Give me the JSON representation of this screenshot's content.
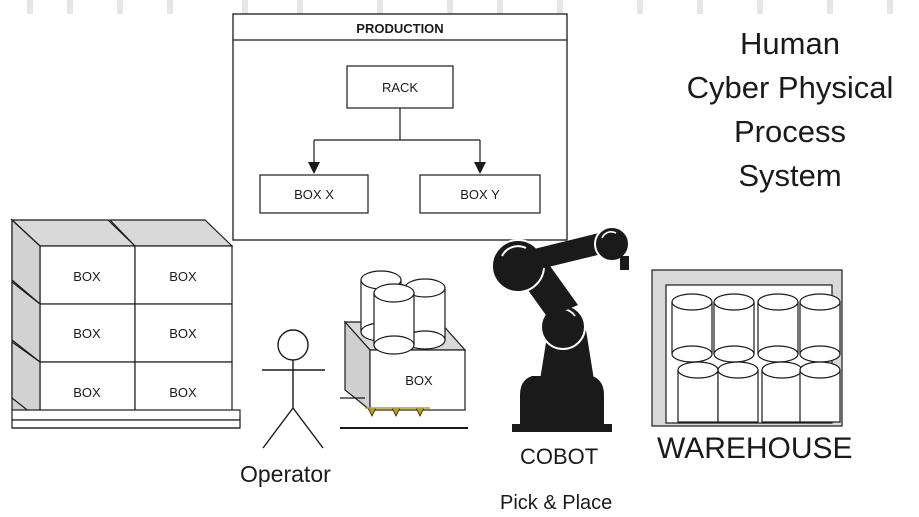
{
  "title_lines": [
    "Human",
    "Cyber Physical",
    "Process",
    "System"
  ],
  "production": {
    "title": "PRODUCTION",
    "root": "RACK",
    "children": [
      "BOX X",
      "BOX Y"
    ]
  },
  "pallet": {
    "box_labels": [
      "BOX",
      "BOX",
      "BOX",
      "BOX",
      "BOX",
      "BOX"
    ]
  },
  "conveyor_box_label": "BOX",
  "labels": {
    "operator": "Operator",
    "cobot": "COBOT",
    "pick_place": "Pick & Place",
    "warehouse": "WAREHOUSE"
  }
}
